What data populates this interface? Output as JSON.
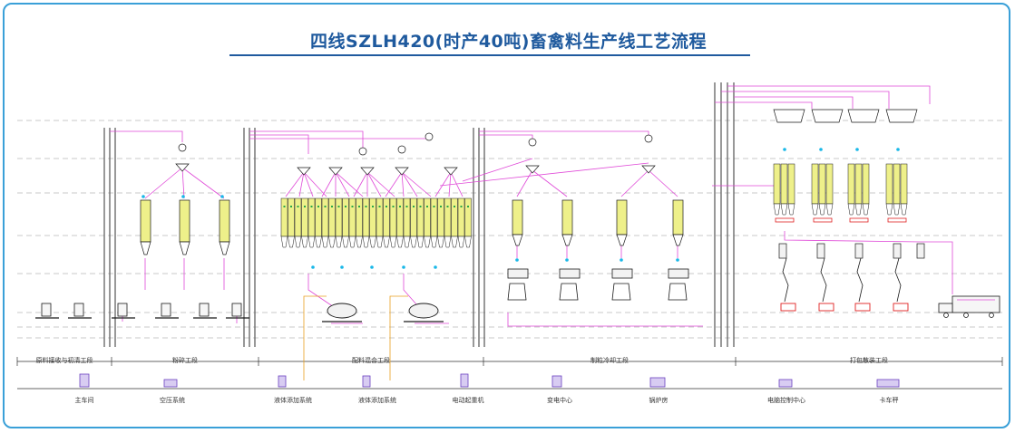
{
  "title": "四线SZLH420(时产40吨)畜禽料生产线工艺流程",
  "stages": [
    {
      "id": "receive",
      "label": "原料接收与初清工段"
    },
    {
      "id": "grind",
      "label": "粉碎工段"
    },
    {
      "id": "batch",
      "label": "配料混合工段"
    },
    {
      "id": "pellet",
      "label": "制粒冷却工段"
    },
    {
      "id": "pack",
      "label": "打包散装工段"
    }
  ],
  "facilities": [
    {
      "id": "workshop",
      "label": "主车间"
    },
    {
      "id": "air",
      "label": "空压系统"
    },
    {
      "id": "liquid1",
      "label": "液体添加系统"
    },
    {
      "id": "liquid2",
      "label": "液体添加系统"
    },
    {
      "id": "crane",
      "label": "电动起重机"
    },
    {
      "id": "power",
      "label": "变电中心"
    },
    {
      "id": "boiler",
      "label": "锅炉房"
    },
    {
      "id": "control",
      "label": "电脑控制中心"
    },
    {
      "id": "truck",
      "label": "卡车秤"
    }
  ],
  "colors": {
    "title": "#1f5a9e",
    "frame": "#3aa0d8",
    "pipe": "#e04ad8",
    "bin_fill": "#eef08a",
    "equipment": "#1a1a1a",
    "accent_red": "#e02020",
    "accent_cyan": "#19b8e8",
    "liquid_pipe": "#e8a020"
  }
}
